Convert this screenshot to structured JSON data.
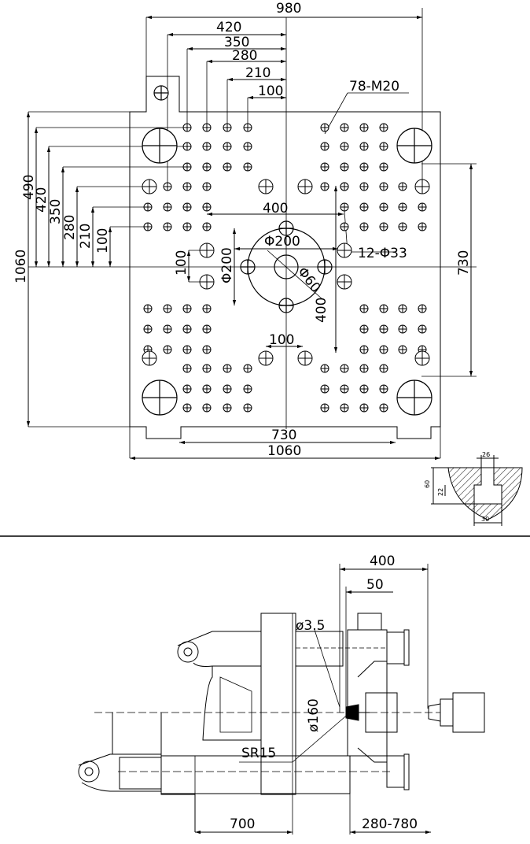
{
  "platen": {
    "overall_width_label": "980",
    "tie_bar_clearance_label": "730",
    "platen_width_label": "1060",
    "tie_bar_vertical_label": "730",
    "platen_height_label": "1060",
    "top_dims": [
      "420",
      "350",
      "280",
      "210",
      "100"
    ],
    "left_dims": [
      "490",
      "420",
      "350",
      "280",
      "210",
      "100"
    ],
    "thread_callout": "78-M20",
    "hole_callout": "12-Φ33",
    "center_hole_dim": "400",
    "ring_dia": "Φ200",
    "ring_dia_vertical": "Φ200",
    "center_bore": "Φ60",
    "vertical_400": "400",
    "left_100": "100",
    "bottom_100": "100"
  },
  "slot_detail": {
    "top_width": "26",
    "depth": "60",
    "neck": "22",
    "bottom_width": "30"
  },
  "side_view": {
    "stroke_label": "400",
    "nozzle_dim": "50",
    "nozzle_hole": "ø3.5",
    "locate_ring": "ø160",
    "sphere_radius": "SR15",
    "mold_opening": "700",
    "mold_thickness": "280-780"
  }
}
